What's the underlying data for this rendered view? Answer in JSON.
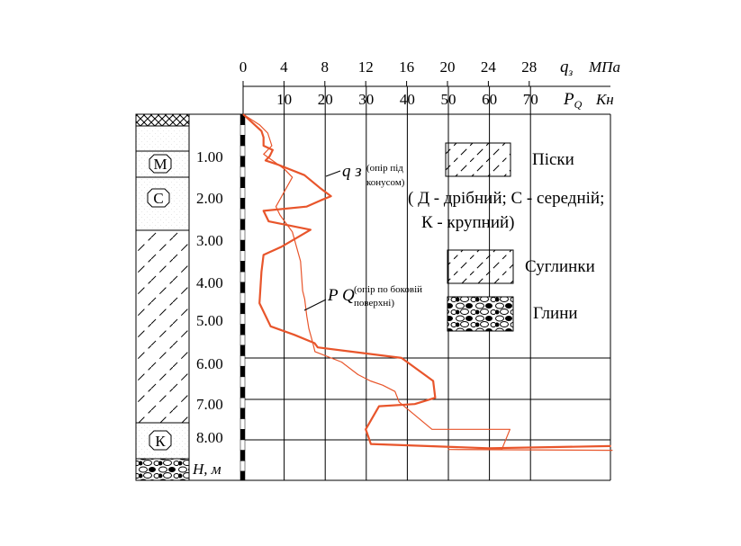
{
  "chart_data": {
    "type": "line",
    "axes": {
      "qz": {
        "label_symbol": "q",
        "label_sub": "з",
        "unit": "МПа",
        "ticks": [
          0,
          4,
          8,
          12,
          16,
          20,
          24,
          28
        ],
        "range": [
          0,
          36
        ]
      },
      "pq": {
        "label_symbol": "P",
        "label_sub": "Q",
        "unit": "Кн",
        "ticks": [
          10,
          20,
          30,
          40,
          50,
          60,
          70
        ],
        "range": [
          0,
          90
        ]
      },
      "depth": {
        "label": "H, м",
        "ticks": [
          "1.00",
          "2.00",
          "3.00",
          "4.00",
          "5.00",
          "6.00",
          "7.00",
          "8.00"
        ],
        "range": [
          0,
          8.7
        ]
      }
    },
    "series": [
      {
        "name": "q з",
        "note": "(опір під конусом)",
        "axis": "qz",
        "color": "#e8552b",
        "points": [
          [
            0.0,
            0.0
          ],
          [
            1.8,
            0.4
          ],
          [
            2.0,
            0.55
          ],
          [
            2.0,
            0.75
          ],
          [
            2.9,
            0.85
          ],
          [
            2.6,
            1.0
          ],
          [
            2.2,
            1.1
          ],
          [
            3.4,
            1.2
          ],
          [
            6.0,
            1.45
          ],
          [
            7.5,
            1.75
          ],
          [
            8.6,
            1.95
          ],
          [
            7.6,
            2.05
          ],
          [
            6.2,
            2.2
          ],
          [
            2.0,
            2.3
          ],
          [
            2.5,
            2.55
          ],
          [
            6.6,
            2.75
          ],
          [
            3.8,
            3.15
          ],
          [
            2.0,
            3.35
          ],
          [
            1.8,
            3.75
          ],
          [
            1.6,
            4.5
          ],
          [
            2.7,
            5.05
          ],
          [
            5.0,
            5.25
          ],
          [
            7.0,
            5.45
          ],
          [
            7.3,
            5.55
          ],
          [
            15.5,
            5.8
          ],
          [
            18.6,
            6.35
          ],
          [
            18.8,
            6.75
          ],
          [
            16.8,
            6.9
          ],
          [
            13.3,
            6.95
          ],
          [
            12.0,
            7.5
          ],
          [
            12.5,
            7.85
          ],
          [
            24.0,
            7.95
          ],
          [
            36.0,
            7.9
          ]
        ]
      },
      {
        "name": "P Q",
        "note": "(опір по боковій поверхні)",
        "axis": "pq",
        "color": "#e8552b",
        "points": [
          [
            0.0,
            0.0
          ],
          [
            4.0,
            0.25
          ],
          [
            6.0,
            0.45
          ],
          [
            7.0,
            0.75
          ],
          [
            5.0,
            0.95
          ],
          [
            10.0,
            1.3
          ],
          [
            12.0,
            1.5
          ],
          [
            8.0,
            2.2
          ],
          [
            9.0,
            2.4
          ],
          [
            12.0,
            2.8
          ],
          [
            14.0,
            3.5
          ],
          [
            14.5,
            4.2
          ],
          [
            15.0,
            4.4
          ],
          [
            15.5,
            4.8
          ],
          [
            16.0,
            5.1
          ],
          [
            17.0,
            5.45
          ],
          [
            17.5,
            5.65
          ],
          [
            24.0,
            5.9
          ],
          [
            28.0,
            6.2
          ],
          [
            31.0,
            6.35
          ],
          [
            34.0,
            6.45
          ],
          [
            37.0,
            6.6
          ],
          [
            38.0,
            6.85
          ],
          [
            46.0,
            7.5
          ],
          [
            65.0,
            7.5
          ],
          [
            63.0,
            7.98
          ],
          [
            50.0,
            7.98
          ],
          [
            90.0,
            8.0
          ]
        ]
      }
    ],
    "grid": true
  },
  "soil_column": {
    "markers": [
      "М",
      "С",
      "К"
    ]
  },
  "labels": {
    "qz_note_line1": "(опір під",
    "qz_note_line2": "конусом)",
    "pq_note_line1": "(опір по боковій",
    "pq_note_line2": "поверхні)"
  },
  "legend": {
    "sands": "Піски",
    "sands_detail_line1": "( Д - дрібний; С - середній;",
    "sands_detail_line2": "К - крупний)",
    "loams": "Суглинки",
    "clays": "Глини"
  }
}
